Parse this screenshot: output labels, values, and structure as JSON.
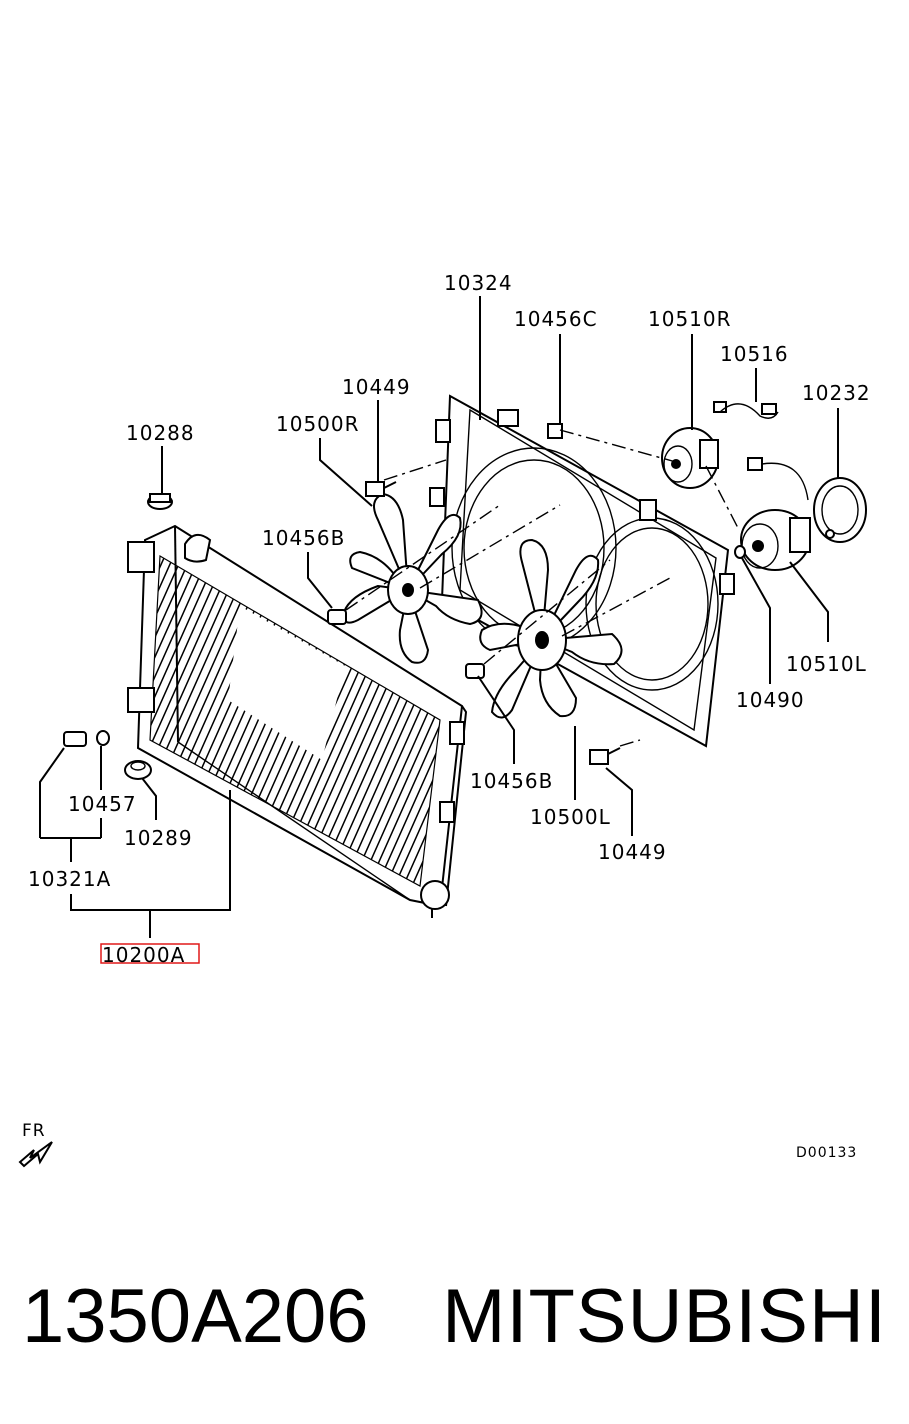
{
  "diagram": {
    "labels": {
      "p10324": "10324",
      "p10456C": "10456C",
      "p10510R": "10510R",
      "p10516": "10516",
      "p10232": "10232",
      "p10449_top": "10449",
      "p10500R": "10500R",
      "p10288": "10288",
      "p10456B_left": "10456B",
      "p10510L": "10510L",
      "p10490": "10490",
      "p10457": "10457",
      "p10289": "10289",
      "p10456B_bottom": "10456B",
      "p10500L": "10500L",
      "p10449_bottom": "10449",
      "p10321A": "10321A",
      "p10200A": "10200A"
    },
    "fr_label": "FR",
    "ref_code": "D00133",
    "highlight_color": "#e01818"
  },
  "footer": {
    "part_number": "1350A206",
    "brand": "MITSUBISHI"
  }
}
